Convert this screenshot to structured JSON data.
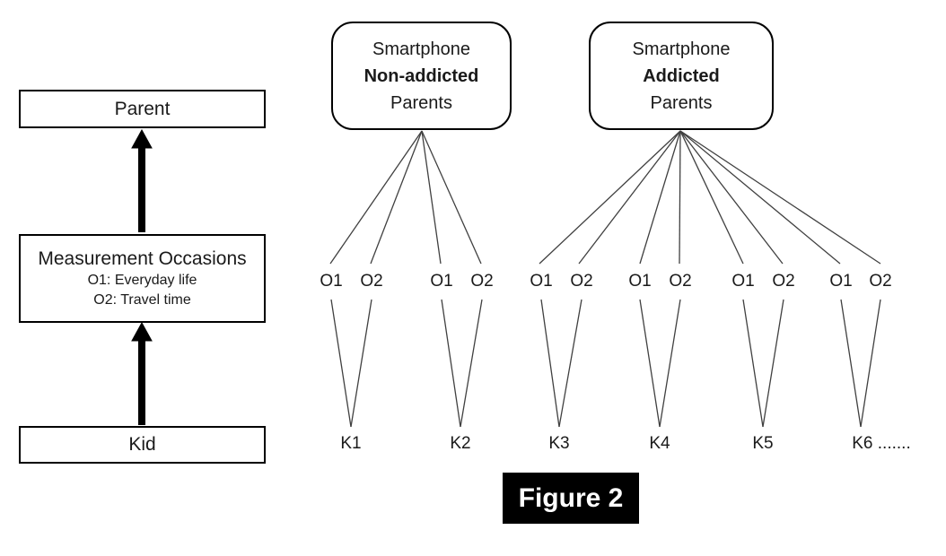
{
  "figure_label": "Figure 2",
  "left_panel": {
    "parent_box": {
      "label": "Parent"
    },
    "measurement_box": {
      "title": "Measurement Occasions",
      "line1": "O1: Everyday life",
      "line2": "O2: Travel time"
    },
    "kid_box": {
      "label": "Kid"
    }
  },
  "right_panel": {
    "nonaddicted_box": {
      "line1": "Smartphone",
      "line2": "Non-addicted",
      "line3": "Parents"
    },
    "addicted_box": {
      "line1": "Smartphone",
      "line2": "Addicted",
      "line3": "Parents"
    },
    "occasion_pairs": [
      {
        "o1": "O1",
        "o2": "O2"
      },
      {
        "o1": "O1",
        "o2": "O2"
      },
      {
        "o1": "O1",
        "o2": "O2"
      },
      {
        "o1": "O1",
        "o2": "O2"
      },
      {
        "o1": "O1",
        "o2": "O2"
      },
      {
        "o1": "O1",
        "o2": "O2"
      }
    ],
    "kid_labels": [
      "K1",
      "K2",
      "K3",
      "K4",
      "K5",
      "K6 ......."
    ]
  },
  "colors": {
    "thin_line": "#404040",
    "arrow": "#000000",
    "border": "#000000",
    "figure_bg": "#000000",
    "figure_fg": "#ffffff"
  }
}
